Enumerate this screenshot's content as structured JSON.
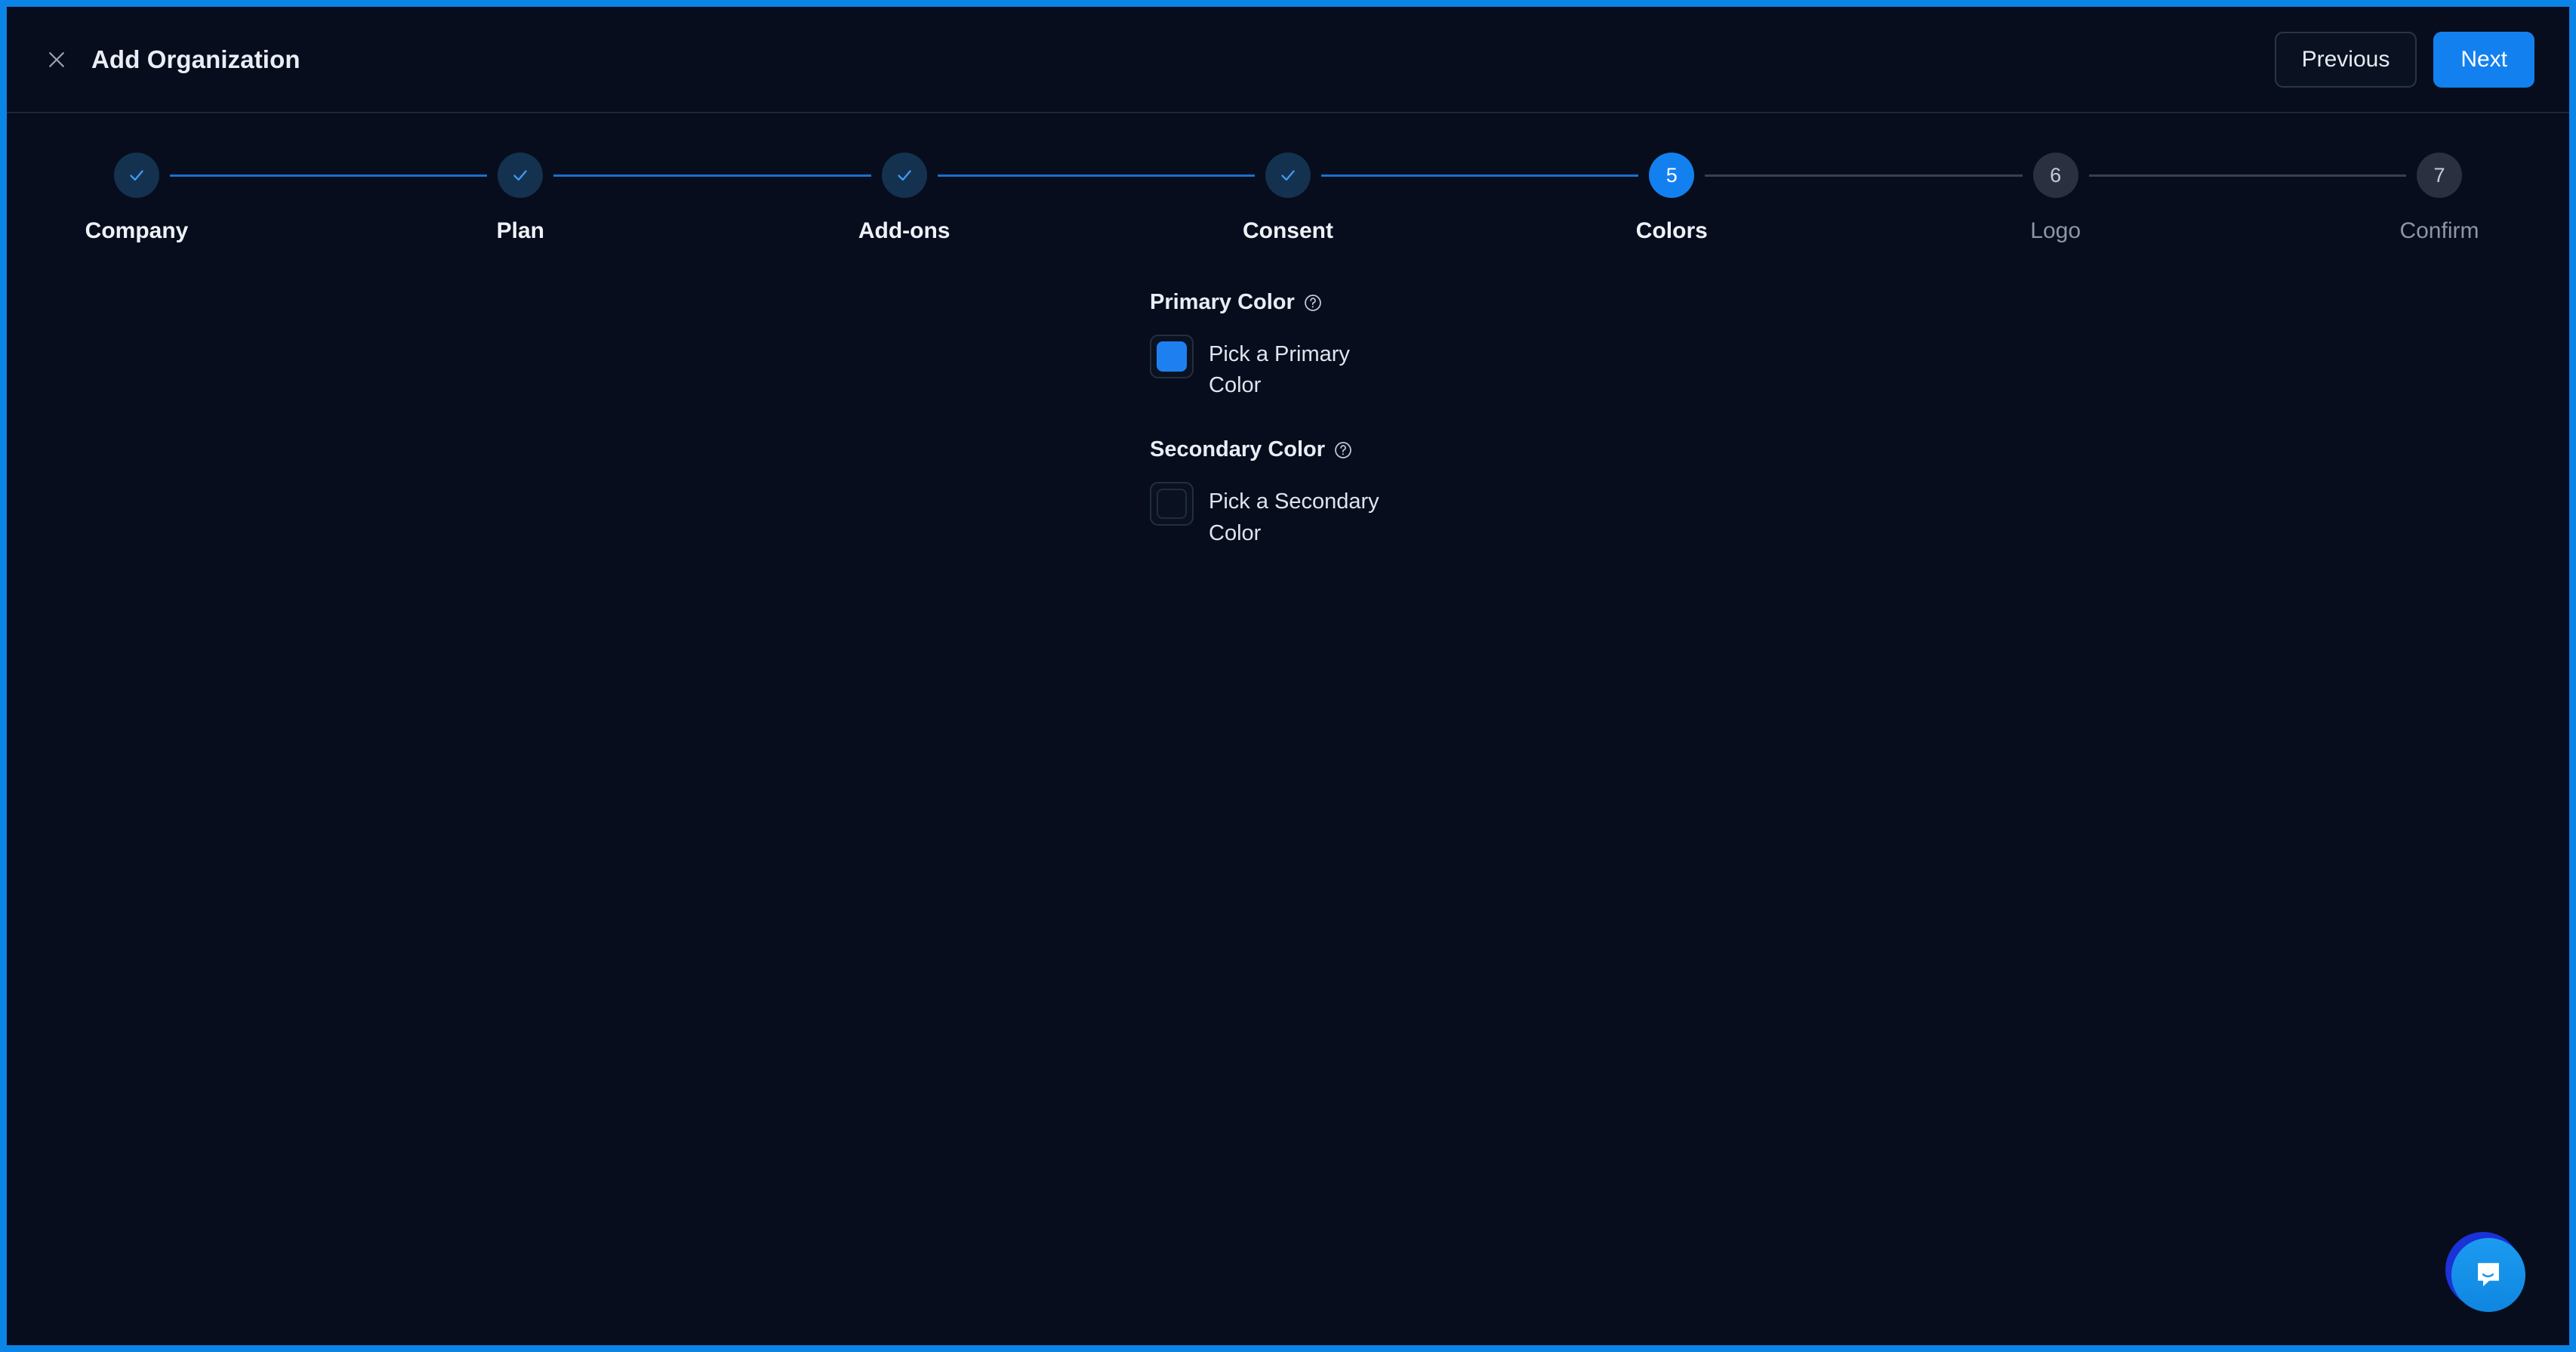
{
  "header": {
    "close_icon": "close-icon",
    "title": "Add Organization",
    "previous_label": "Previous",
    "next_label": "Next"
  },
  "stepper": {
    "steps": [
      {
        "number": "1",
        "label": "Company",
        "state": "done",
        "mark": "✓"
      },
      {
        "number": "2",
        "label": "Plan",
        "state": "done",
        "mark": "✓"
      },
      {
        "number": "3",
        "label": "Add-ons",
        "state": "done",
        "mark": "✓"
      },
      {
        "number": "4",
        "label": "Consent",
        "state": "done",
        "mark": "✓"
      },
      {
        "number": "5",
        "label": "Colors",
        "state": "active",
        "mark": "5"
      },
      {
        "number": "6",
        "label": "Logo",
        "state": "todo",
        "mark": "6"
      },
      {
        "number": "7",
        "label": "Confirm",
        "state": "todo",
        "mark": "7"
      }
    ]
  },
  "form": {
    "primary": {
      "label": "Primary Color",
      "help_icon": "help-circle-icon",
      "swatch_label": "Pick a Primary Color",
      "swatch_color": "#1e80f0",
      "swatch_set": true
    },
    "secondary": {
      "label": "Secondary Color",
      "help_icon": "help-circle-icon",
      "swatch_label": "Pick a Secondary Color",
      "swatch_color": "",
      "swatch_set": false
    }
  },
  "chat": {
    "icon": "chat-bubble-icon",
    "color": "#1c9bf0"
  },
  "colors": {
    "accent": "#1380ef",
    "background": "#070d1c",
    "frame": "#0b84e8",
    "step_done_bg": "#14324f",
    "step_todo_bg": "#2a3040",
    "connector_done": "#1a6fd4",
    "connector_todo": "#39404f"
  }
}
